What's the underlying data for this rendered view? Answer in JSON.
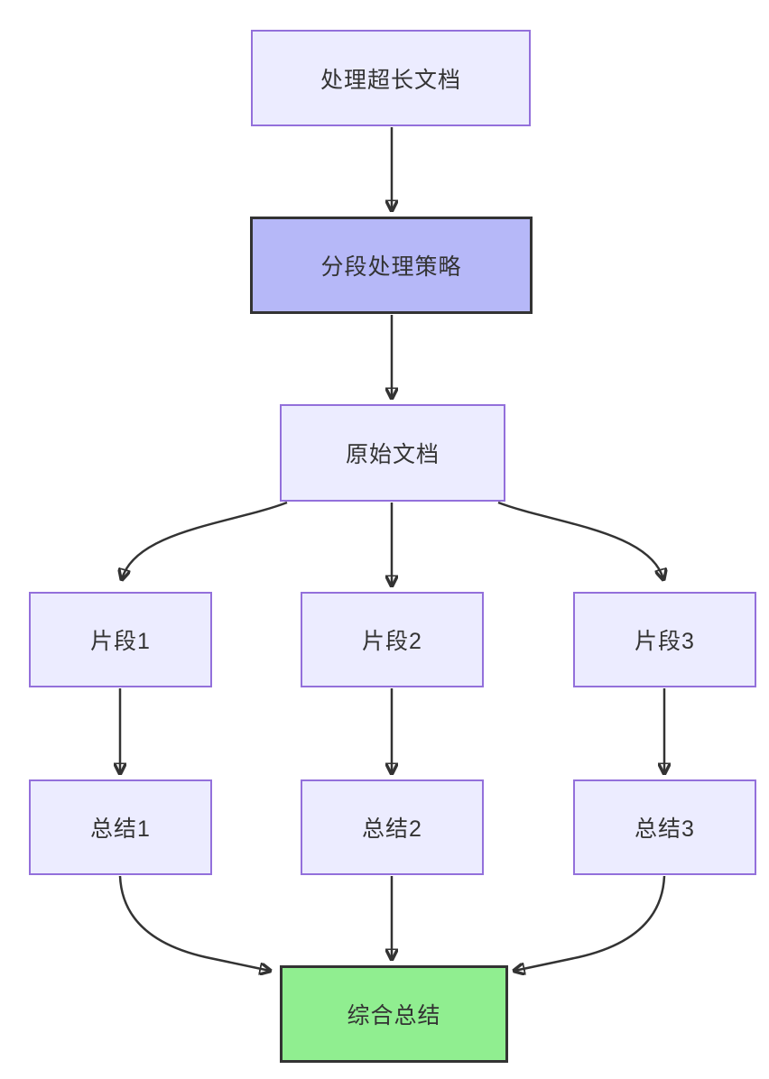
{
  "diagram": {
    "type": "flowchart",
    "direction": "top-down",
    "nodes": [
      {
        "id": "A",
        "label": "处理超长文档",
        "style": "default"
      },
      {
        "id": "B",
        "label": "分段处理策略",
        "style": "emphasis"
      },
      {
        "id": "C",
        "label": "原始文档",
        "style": "default"
      },
      {
        "id": "D1",
        "label": "片段1",
        "style": "default"
      },
      {
        "id": "D2",
        "label": "片段2",
        "style": "default"
      },
      {
        "id": "D3",
        "label": "片段3",
        "style": "default"
      },
      {
        "id": "S1",
        "label": "总结1",
        "style": "default"
      },
      {
        "id": "S2",
        "label": "总结2",
        "style": "default"
      },
      {
        "id": "S3",
        "label": "总结3",
        "style": "default"
      },
      {
        "id": "F",
        "label": "综合总结",
        "style": "success"
      }
    ],
    "edges": [
      {
        "from": "A",
        "to": "B"
      },
      {
        "from": "B",
        "to": "C"
      },
      {
        "from": "C",
        "to": "D1"
      },
      {
        "from": "C",
        "to": "D2"
      },
      {
        "from": "C",
        "to": "D3"
      },
      {
        "from": "D1",
        "to": "S1"
      },
      {
        "from": "D2",
        "to": "S2"
      },
      {
        "from": "D3",
        "to": "S3"
      },
      {
        "from": "S1",
        "to": "F"
      },
      {
        "from": "S2",
        "to": "F"
      },
      {
        "from": "S3",
        "to": "F"
      }
    ],
    "colors": {
      "default_fill": "#ECECFF",
      "default_border": "#9370DB",
      "emphasis_fill": "#B6B8F8",
      "emphasis_border": "#333333",
      "success_fill": "#90EE90",
      "success_border": "#333333",
      "edge": "#333333",
      "text": "#333333",
      "background": "#FFFFFF"
    }
  }
}
